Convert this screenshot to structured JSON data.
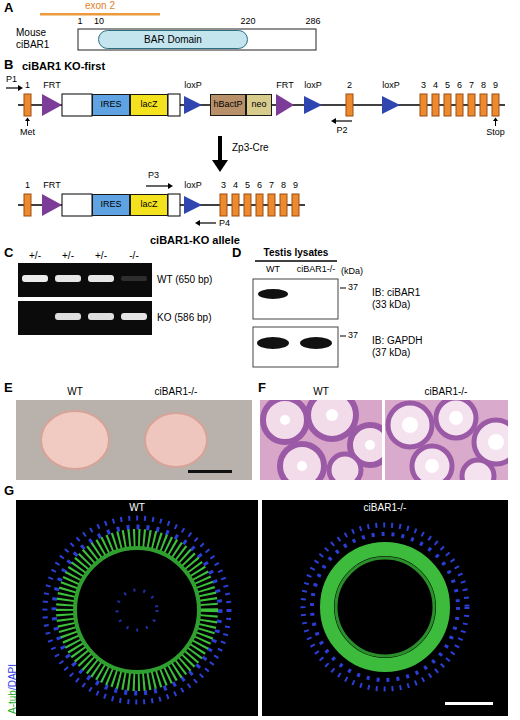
{
  "diagram": {
    "nodes": [
      {
        "text": [
          "BAR Domain"
        ]
      },
      {
        "text": [
          "IRES"
        ]
      },
      {
        "text": [
          "lacZ"
        ]
      },
      {
        "text": [
          "hBactP"
        ]
      },
      {
        "text": [
          "neo"
        ]
      },
      {
        "text": [
          "IRES"
        ]
      },
      {
        "text": [
          "lacZ"
        ]
      }
    ],
    "edges": [
      {
        "from": 2,
        "to": 3,
        "arrow": "none"
      }
    ],
    "labels": [
      "A",
      "exon 2",
      "Mouse ciBAR1",
      "1",
      "10",
      "220",
      "286",
      "B",
      "ciBAR1 KO-first",
      "P1",
      "1",
      "FRT",
      "loxP",
      "FRT",
      "loxP",
      "2",
      "loxP",
      "3",
      "4",
      "5",
      "6",
      "7",
      "8",
      "9",
      "Met",
      "P2",
      "Stop",
      "Zp3-Cre",
      "1",
      "FRT",
      "P3",
      "loxP",
      "3",
      "4",
      "5",
      "6",
      "7",
      "8",
      "9",
      "P4",
      "ciBAR1-KO allele",
      "C",
      "+/-",
      "+/-",
      "+/-",
      "-/-",
      "WT (650 bp)",
      "KO (586 bp)",
      "D",
      "Testis lysates",
      "WT",
      "ciBAR1-/-",
      "(kDa)",
      "37",
      "IB: ciBAR1 (33 kDa)",
      "37",
      "IB: GAPDH (37 kDa)",
      "E",
      "WT",
      "ciBAR1-/-",
      "F",
      "WT",
      "ciBAR1-/-",
      "G",
      "WT",
      "ciBAR1-/-",
      "A-tub",
      "/DAPI"
    ]
  }
}
